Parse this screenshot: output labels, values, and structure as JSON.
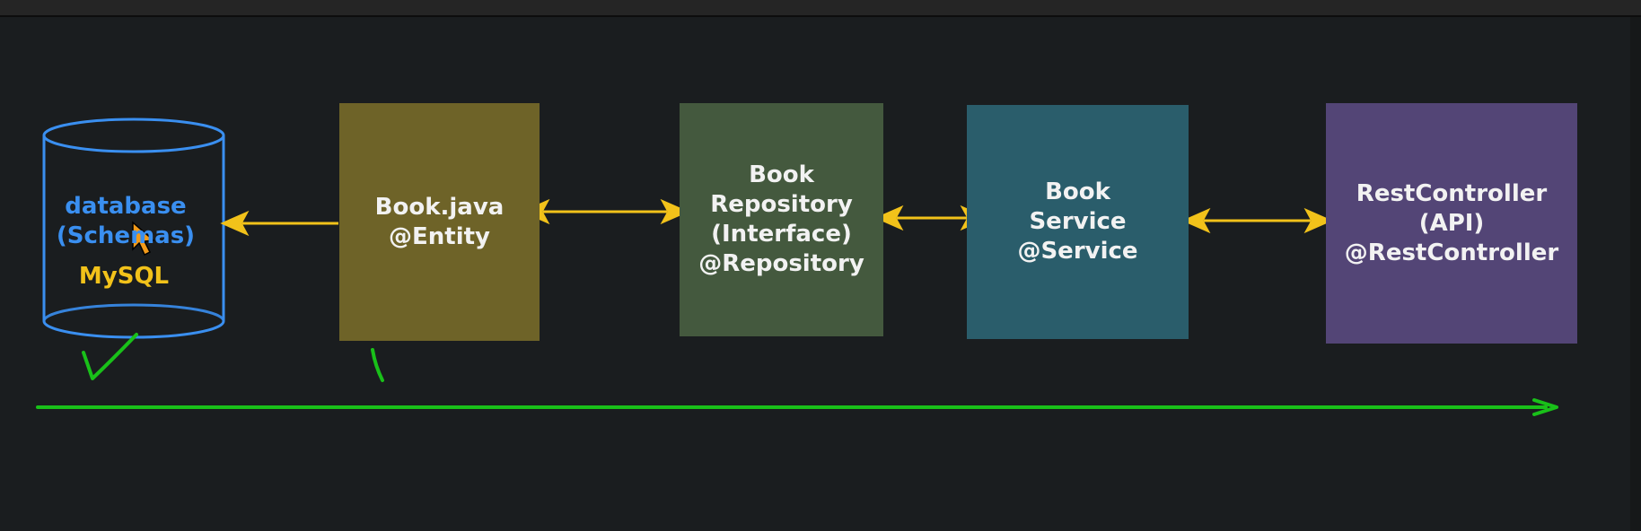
{
  "database": {
    "line1": "database",
    "line2": "(Schemas)",
    "line3": "MySQL"
  },
  "boxes": [
    {
      "id": "entity",
      "lines": [
        "Book.java",
        "@Entity"
      ],
      "color": "#6e6328"
    },
    {
      "id": "repository",
      "lines": [
        "Book",
        "Repository",
        "(Interface)",
        "@Repository"
      ],
      "color": "#44593e"
    },
    {
      "id": "service",
      "lines": [
        "Book",
        "Service",
        "@Service"
      ],
      "color": "#2a5d6b"
    },
    {
      "id": "api",
      "lines": [
        "RestController",
        "(API)",
        "@RestController"
      ],
      "color": "#534576"
    }
  ],
  "colors": {
    "background": "#1a1d1f",
    "arrow": "#f2c21a",
    "database": "#3a8ff0",
    "annotation": "#19c019"
  }
}
